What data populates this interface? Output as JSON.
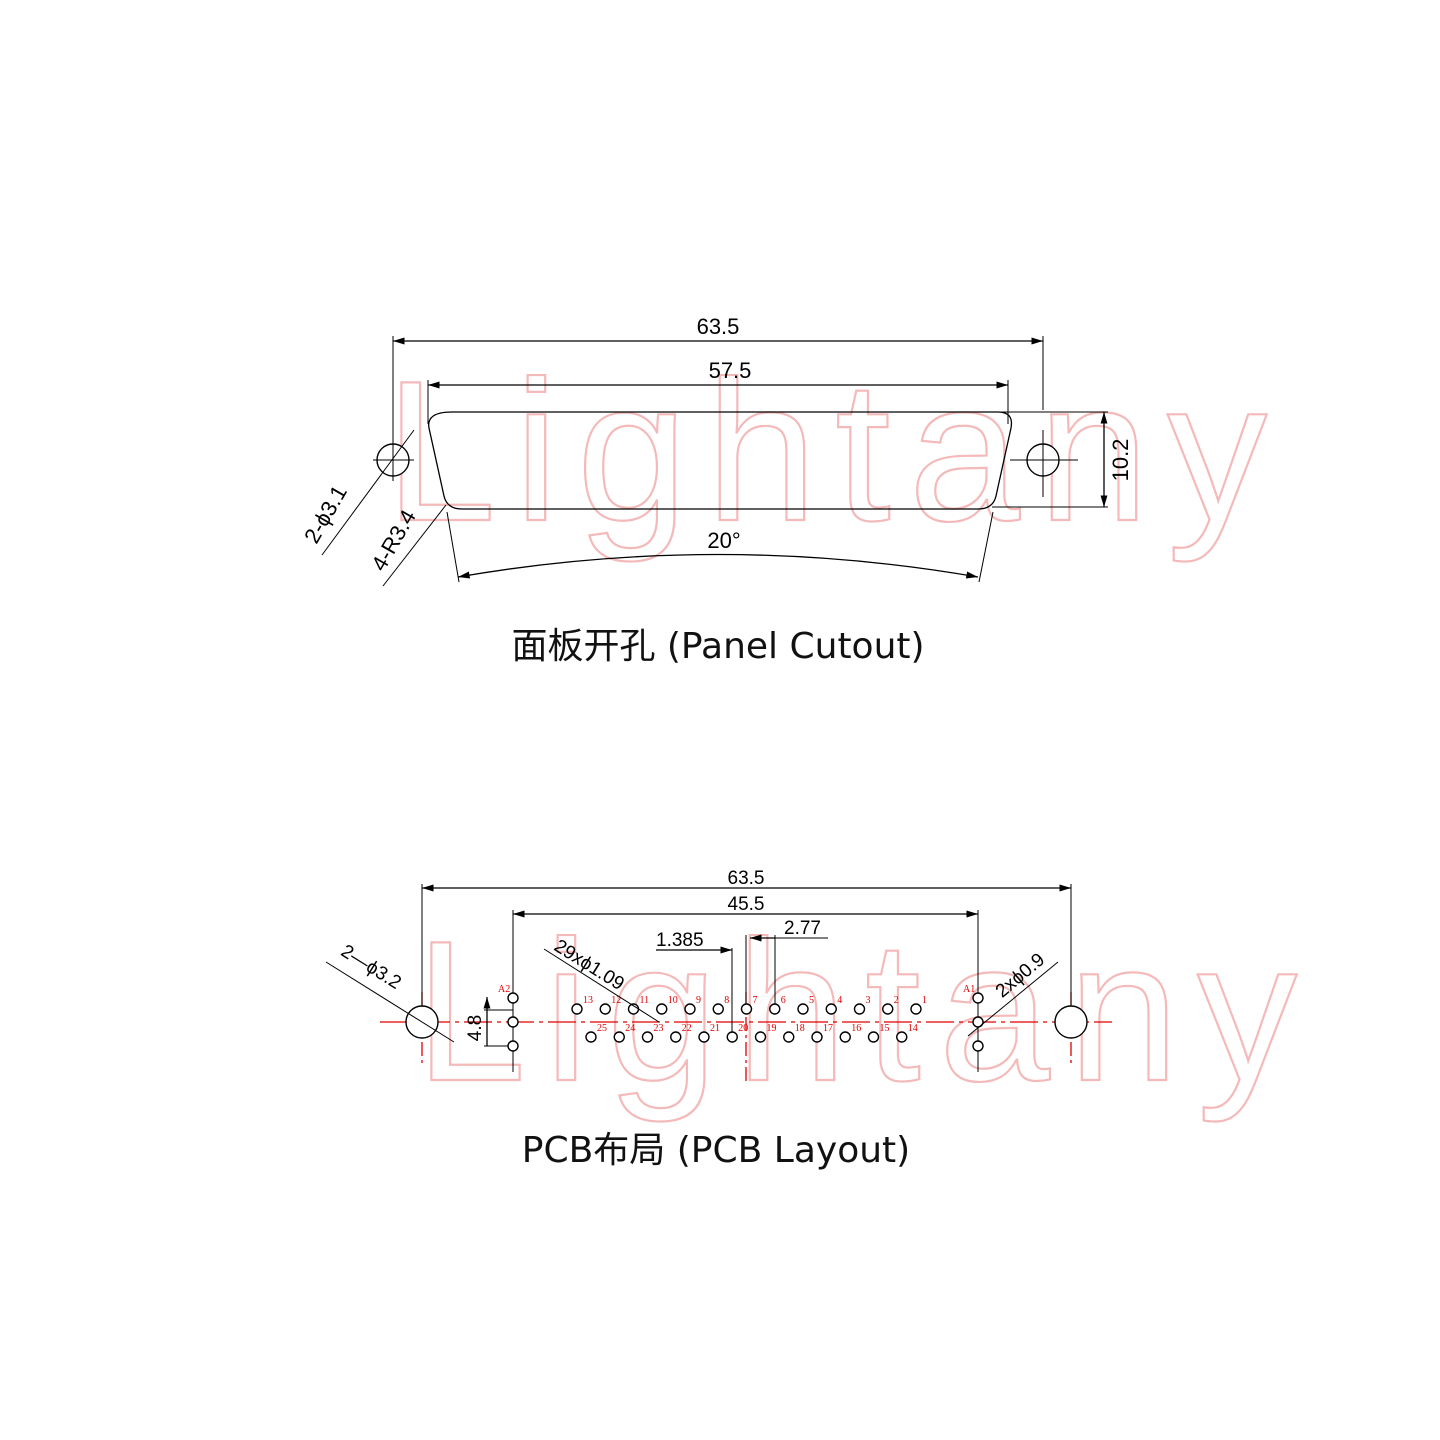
{
  "watermark": "Lightany",
  "panel": {
    "dim_overall": "63.5",
    "dim_cutout": "57.5",
    "dim_height": "10.2",
    "dim_angle": "20°",
    "label_holes": "2-ϕ3.1",
    "label_radius": "4-R3.4",
    "caption": "面板开孔 (Panel Cutout)"
  },
  "pcb": {
    "dim_overall": "63.5",
    "dim_pins": "45.5",
    "dim_pitch": "2.77",
    "dim_half_pitch": "1.385",
    "dim_row": "4.8",
    "label_mount": "2—ϕ3.2",
    "label_pins": "29xϕ1.09",
    "label_a_pins": "2xϕ0.9",
    "label_a2": "A2",
    "label_a1": "A1",
    "top_row_numbers": [
      "13",
      "12",
      "11",
      "10",
      "9",
      "8",
      "7",
      "6",
      "5",
      "4",
      "3",
      "2",
      "1"
    ],
    "bottom_row_numbers": [
      "25",
      "24",
      "23",
      "22",
      "21",
      "20",
      "19",
      "18",
      "17",
      "16",
      "15",
      "14"
    ],
    "caption": "PCB布局 (PCB Layout)"
  }
}
